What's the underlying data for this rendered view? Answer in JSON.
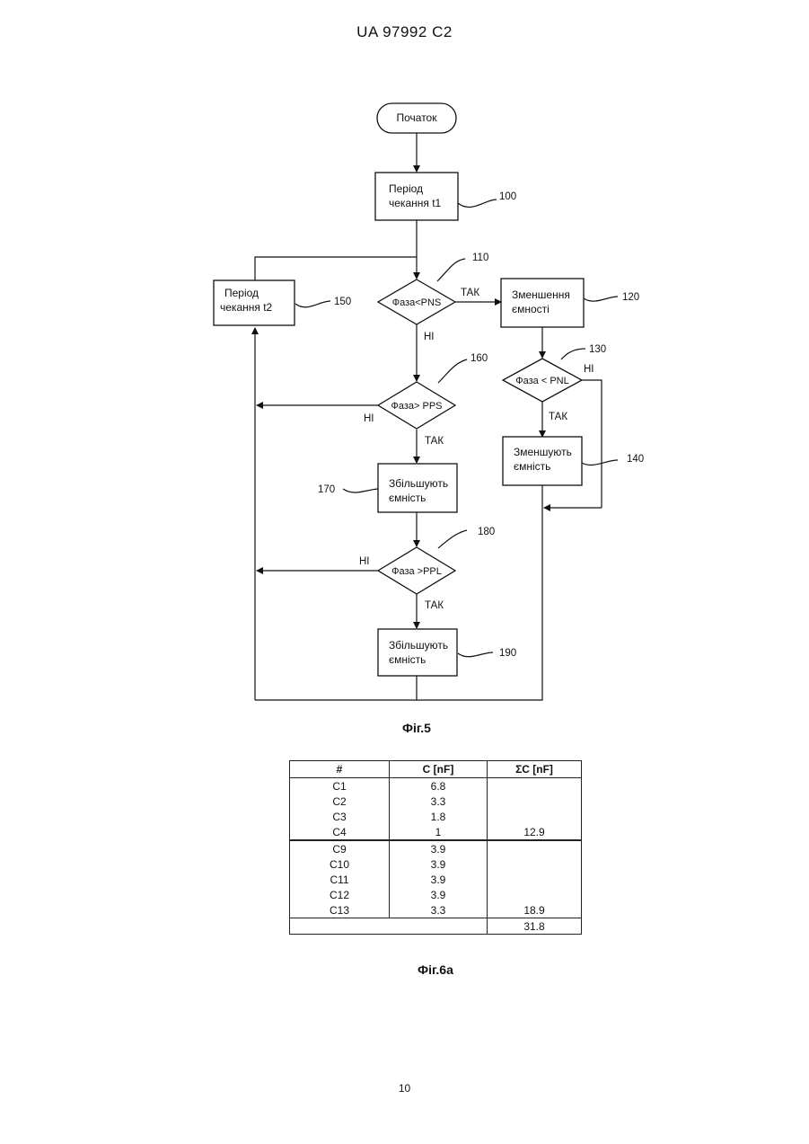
{
  "header": {
    "patent_id": "UA   97992   C2"
  },
  "flowchart": {
    "start": "Початок",
    "n100": {
      "line1": "Період",
      "line2": "чекання t1",
      "ref": "100"
    },
    "n150": {
      "line1": "Період",
      "line2": "чекання t2",
      "ref": "150"
    },
    "n110": {
      "text": "Фаза<PNS",
      "ref": "110"
    },
    "n120": {
      "line1": "Зменшення",
      "line2": "ємності",
      "ref": "120"
    },
    "n130": {
      "text": "Фаза < PNL",
      "ref": "130"
    },
    "n140": {
      "line1": "Зменшують",
      "line2": "ємність",
      "ref": "140"
    },
    "n160": {
      "text": "Фаза> PPS",
      "ref": "160"
    },
    "n170": {
      "line1": "Збільшують",
      "line2": "ємність",
      "ref": "170"
    },
    "n180": {
      "text": "Фаза >PPL",
      "ref": "180"
    },
    "n190": {
      "line1": "Збільшують",
      "line2": "ємність",
      "ref": "190"
    },
    "yes": "ТАК",
    "no": "НІ",
    "caption": "Фіг.5"
  },
  "table": {
    "headers": [
      "#",
      "C [nF]",
      "ΣC [nF]"
    ],
    "group1": [
      [
        "C1",
        "6.8",
        ""
      ],
      [
        "C2",
        "3.3",
        ""
      ],
      [
        "C3",
        "1.8",
        ""
      ],
      [
        "C4",
        "1",
        "12.9"
      ]
    ],
    "group2": [
      [
        "C9",
        "3.9",
        ""
      ],
      [
        "C10",
        "3.9",
        ""
      ],
      [
        "C11",
        "3.9",
        ""
      ],
      [
        "C12",
        "3.9",
        ""
      ],
      [
        "C13",
        "3.3",
        "18.9"
      ]
    ],
    "total": "31.8",
    "caption": "Фіг.6a"
  },
  "page_number": "10"
}
